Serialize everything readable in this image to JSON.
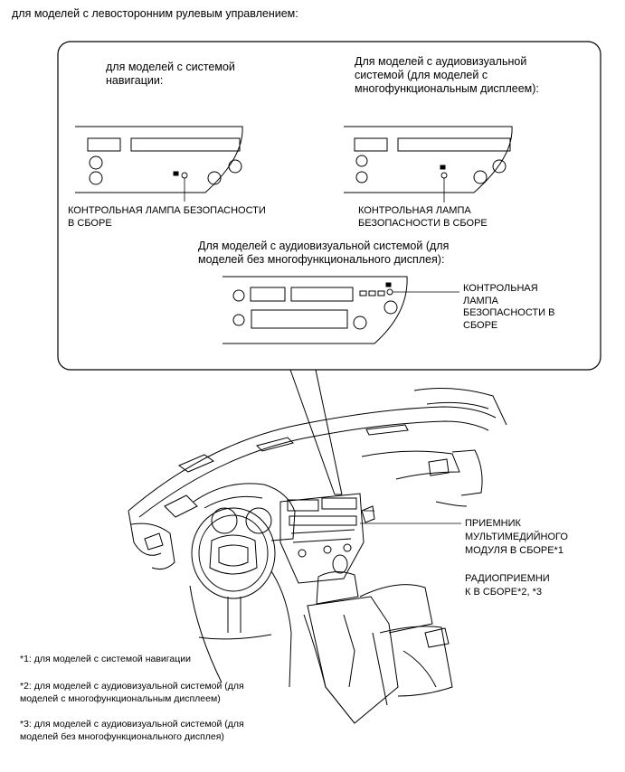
{
  "header": "для моделей с левосторонним рулевым управлением:",
  "callout": {
    "nav_title": [
      "для моделей с системой",
      "навигации:"
    ],
    "av_multi_title": [
      "Для моделей с аудиовизуальной",
      "системой (для моделей с",
      "многофункциональным дисплеем):"
    ],
    "av_nomulti_title": [
      "Для моделей с аудиовизуальной системой (для",
      "моделей без многофункционального дисплея):"
    ],
    "lamp_label_nav": [
      "КОНТРОЛЬНАЯ ЛАМПА БЕЗОПАСНОСТИ",
      "В СБОРЕ"
    ],
    "lamp_label_av_multi": [
      "КОНТРОЛЬНАЯ ЛАМПА",
      "БЕЗОПАСНОСТИ В СБОРЕ"
    ],
    "lamp_label_av_nomulti": [
      "КОНТРОЛЬНАЯ",
      "ЛАМПА",
      "БЕЗОПАСНОСТИ В",
      "СБОРЕ"
    ]
  },
  "car_labels": {
    "receiver_multimedia": [
      "ПРИЕМНИК",
      "МУЛЬТИМЕДИЙНОГО",
      "МОДУЛЯ В СБОРЕ*1"
    ],
    "radio_receiver": [
      "РАДИОПРИЕМНИ",
      "К В СБОРЕ*2, *3"
    ]
  },
  "footnotes": [
    [
      "*1: для моделей с системой навигации"
    ],
    [
      "*2: для моделей с аудиовизуальной системой (для",
      "моделей с многофункциональным дисплеем)"
    ],
    [
      "*3: для моделей с аудиовизуальной системой (для",
      "моделей без многофункционального дисплея)"
    ]
  ]
}
